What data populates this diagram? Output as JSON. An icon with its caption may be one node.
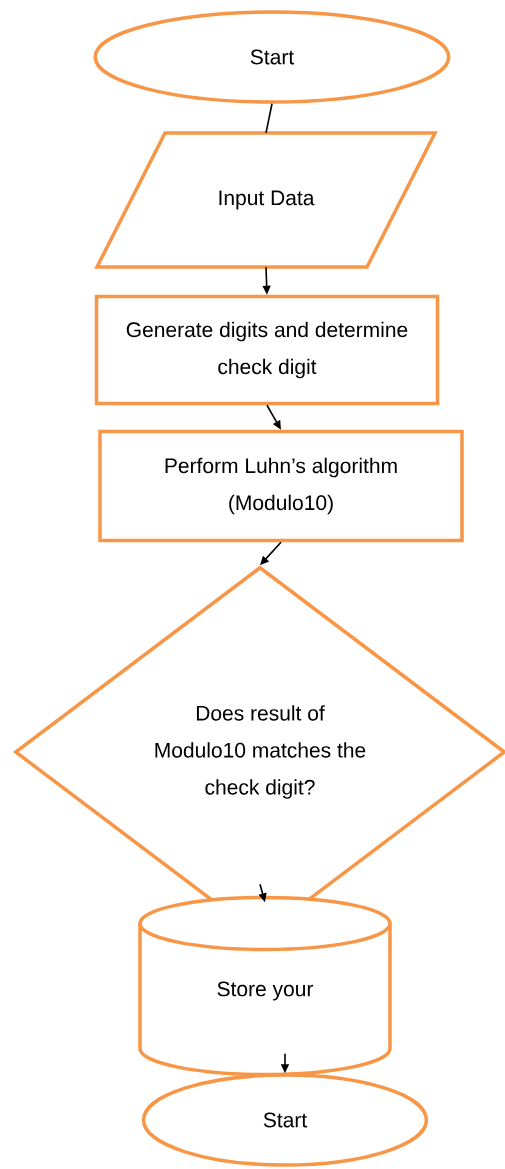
{
  "diagram": {
    "nodes": [
      {
        "text": [
          "Start"
        ]
      },
      {
        "text": [
          "Input Data"
        ]
      },
      {
        "text": [
          "Generate digits and determine check digit"
        ]
      },
      {
        "text": [
          "Perform Luhn’s algorithm (Modulo10)"
        ]
      },
      {
        "text": [
          "Does result of Modulo10 matches the check digit?"
        ]
      },
      {
        "text": [
          "Store your"
        ]
      },
      {
        "text": [
          "Start"
        ]
      }
    ],
    "edges": [
      {
        "from": 0,
        "to": 1,
        "arrow": "none"
      },
      {
        "from": 1,
        "to": 2,
        "arrow": "to"
      },
      {
        "from": 2,
        "to": 3,
        "arrow": "to"
      },
      {
        "from": 3,
        "to": 4,
        "arrow": "to"
      },
      {
        "from": 4,
        "to": 5,
        "arrow": "to"
      },
      {
        "from": 5,
        "to": 6,
        "arrow": "to"
      }
    ]
  }
}
